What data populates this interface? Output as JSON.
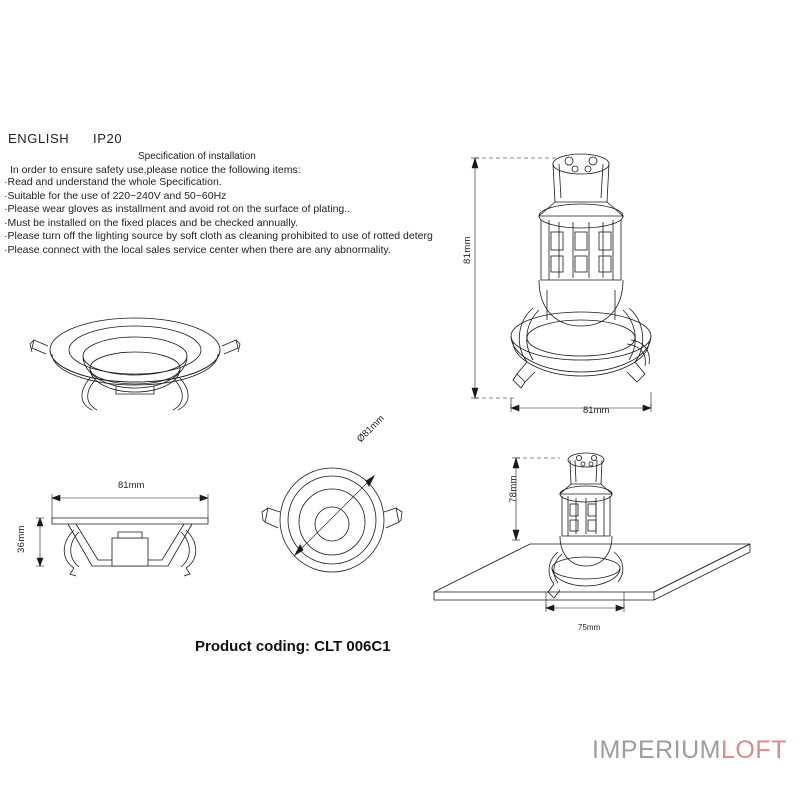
{
  "header": {
    "language": "ENGLISH",
    "ip_rating": "IP20"
  },
  "specification": {
    "title": "Specification of installation",
    "intro": "In order to ensure safety use,please notice the following items:",
    "items": [
      "·Read and understand the whole Specification.",
      "·Suitable for the use of 220~240V and 50~60Hz",
      "·Please wear gloves as installment and avoid rot on the surface of plating..",
      "·Must be installed on the fixed places and be checked annually.",
      "·Please turn off the lighting source by soft cloth as cleaning prohibited to use of rotted deterg",
      "·Please connect with the local sales service center when there are any abnormality."
    ]
  },
  "product": {
    "coding_label": "Product coding: CLT 006C1"
  },
  "watermark": {
    "part1": "IMPERIUM",
    "part2": "LOFT"
  },
  "dimensions": {
    "side_section_width": "81mm",
    "side_section_height": "36mm",
    "front_diameter": "Ø81mm",
    "assembly_height": "81mm",
    "assembly_width": "81mm",
    "ceiling_depth": "78mm",
    "cutout_width": "75mm"
  },
  "views": {
    "perspective_ring": "perspective-ring-view",
    "section_view": "cross-section-view",
    "front_view": "front-circular-view",
    "assembly_view": "assembly-with-lamp-view",
    "ceiling_view": "ceiling-installation-view"
  },
  "colors": {
    "line": "#1a1a1a",
    "watermark_gray": "#9d9d9d",
    "watermark_red": "#d98a8a"
  }
}
